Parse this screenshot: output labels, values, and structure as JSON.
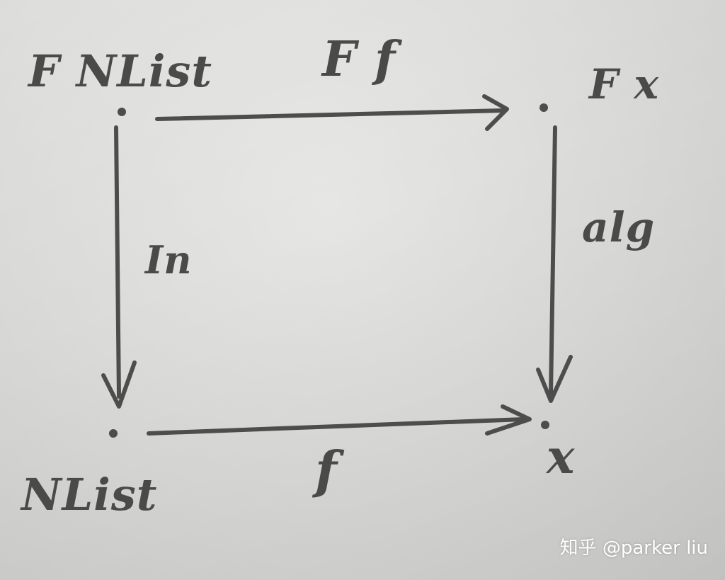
{
  "diagram": {
    "objects": {
      "top_left": "F NList",
      "top_right": "F x",
      "bottom_left": "NList",
      "bottom_right": "x"
    },
    "arrows": {
      "top": "F f",
      "left": "In",
      "right": "alg",
      "bottom": "f"
    }
  },
  "watermark": "知乎 @parker liu",
  "colors": {
    "pencil": "#4d4d4d",
    "paper": "#dcdcda"
  }
}
